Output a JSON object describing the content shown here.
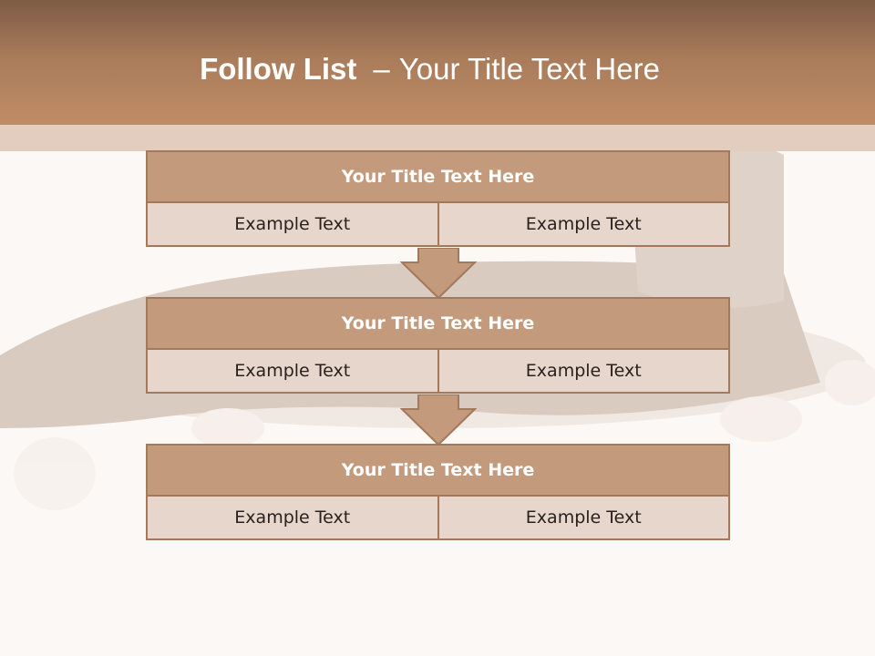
{
  "slide": {
    "title_bold": "Follow List",
    "title_sep": "–",
    "title_rest": "Your Title Text Here"
  },
  "steps": [
    {
      "title": "Your Title Text Here",
      "left": "Example Text",
      "right": "Example Text"
    },
    {
      "title": "Your Title Text Here",
      "left": "Example Text",
      "right": "Example Text"
    },
    {
      "title": "Your Title Text Here",
      "left": "Example Text",
      "right": "Example Text"
    }
  ],
  "colors": {
    "header": "#a87b5a",
    "box_title": "#c49a7c",
    "box_cell": "#e6d6cc",
    "border": "#a4785a"
  }
}
